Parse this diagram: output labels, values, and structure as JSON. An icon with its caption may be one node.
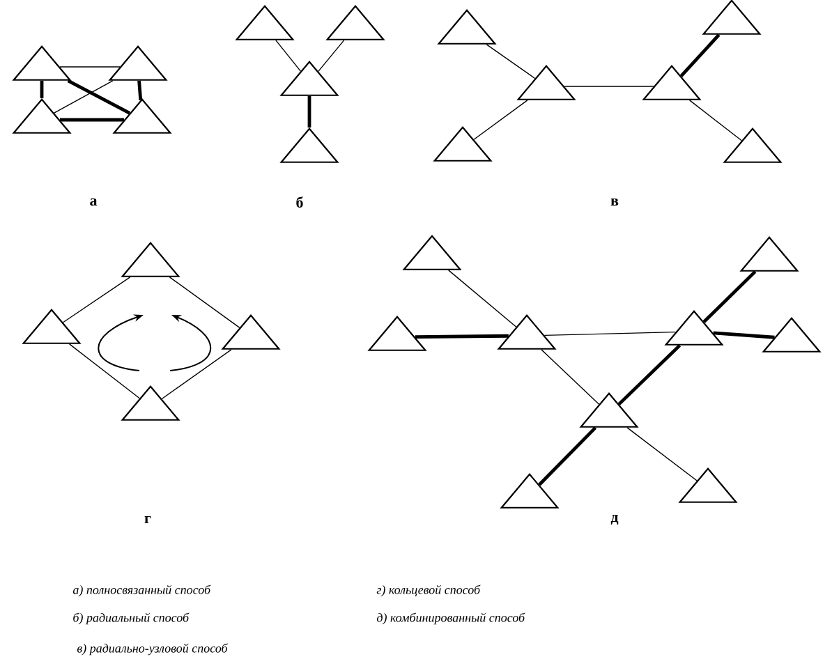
{
  "diagram": {
    "nodes": [
      {
        "text": [],
        "shape": "triangle"
      },
      {
        "text": [],
        "shape": "triangle"
      },
      {
        "text": [],
        "shape": "triangle"
      },
      {
        "text": [],
        "shape": "triangle"
      },
      {
        "text": [],
        "shape": "triangle"
      },
      {
        "text": [],
        "shape": "triangle"
      },
      {
        "text": [],
        "shape": "triangle"
      },
      {
        "text": [],
        "shape": "triangle"
      },
      {
        "text": [],
        "shape": "triangle"
      },
      {
        "text": [],
        "shape": "triangle"
      },
      {
        "text": [],
        "shape": "triangle"
      },
      {
        "text": [],
        "shape": "triangle"
      },
      {
        "text": [],
        "shape": "triangle"
      },
      {
        "text": [],
        "shape": "triangle"
      },
      {
        "text": [],
        "shape": "triangle"
      },
      {
        "text": [],
        "shape": "triangle"
      },
      {
        "text": [],
        "shape": "triangle"
      },
      {
        "text": [],
        "shape": "triangle"
      },
      {
        "text": [],
        "shape": "triangle"
      },
      {
        "text": [],
        "shape": "triangle"
      },
      {
        "text": [],
        "shape": "triangle"
      },
      {
        "text": [],
        "shape": "triangle"
      },
      {
        "text": [],
        "shape": "triangle"
      },
      {
        "text": [],
        "shape": "triangle"
      },
      {
        "text": [],
        "shape": "triangle"
      },
      {
        "text": [],
        "shape": "triangle"
      },
      {
        "text": [],
        "shape": "triangle"
      }
    ],
    "edges": [
      {
        "from": 0,
        "to": 1,
        "arrow": "none"
      },
      {
        "from": 0,
        "to": 2,
        "arrow": "none",
        "style": "thick"
      },
      {
        "from": 1,
        "to": 3,
        "arrow": "none",
        "style": "thick"
      },
      {
        "from": 2,
        "to": 3,
        "arrow": "none",
        "style": "thick"
      },
      {
        "from": 0,
        "to": 3,
        "arrow": "none",
        "style": "thick"
      },
      {
        "from": 1,
        "to": 2,
        "arrow": "none"
      },
      {
        "from": 4,
        "to": 6,
        "arrow": "none"
      },
      {
        "from": 5,
        "to": 6,
        "arrow": "none"
      },
      {
        "from": 6,
        "to": 7,
        "arrow": "none",
        "style": "thick"
      },
      {
        "from": 8,
        "to": 9,
        "arrow": "none"
      },
      {
        "from": 9,
        "to": 10,
        "arrow": "none"
      },
      {
        "from": 10,
        "to": 11,
        "arrow": "none",
        "style": "thick"
      },
      {
        "from": 9,
        "to": 12,
        "arrow": "none"
      },
      {
        "from": 10,
        "to": 13,
        "arrow": "none"
      },
      {
        "from": 14,
        "to": 15,
        "arrow": "none"
      },
      {
        "from": 14,
        "to": 16,
        "arrow": "none"
      },
      {
        "from": 15,
        "to": 17,
        "arrow": "none"
      },
      {
        "from": 16,
        "to": 17,
        "arrow": "none"
      },
      {
        "from": 18,
        "to": 21,
        "arrow": "none"
      },
      {
        "from": 20,
        "to": 21,
        "arrow": "none",
        "style": "thick"
      },
      {
        "from": 21,
        "to": 22,
        "arrow": "none"
      },
      {
        "from": 22,
        "to": 19,
        "arrow": "none",
        "style": "thick"
      },
      {
        "from": 22,
        "to": 23,
        "arrow": "none",
        "style": "thick"
      },
      {
        "from": 21,
        "to": 24,
        "arrow": "none"
      },
      {
        "from": 22,
        "to": 24,
        "arrow": "none",
        "style": "thick"
      },
      {
        "from": 24,
        "to": 25,
        "arrow": "none",
        "style": "thick"
      },
      {
        "from": 24,
        "to": 26,
        "arrow": "none"
      }
    ],
    "labels": [
      "а",
      "б",
      "в",
      "г",
      "д",
      "а) полносвязанный способ",
      "г) кольцевой способ",
      "б) радиальный способ",
      "д) комбинированный способ",
      "в) радиально-узловой способ"
    ]
  }
}
